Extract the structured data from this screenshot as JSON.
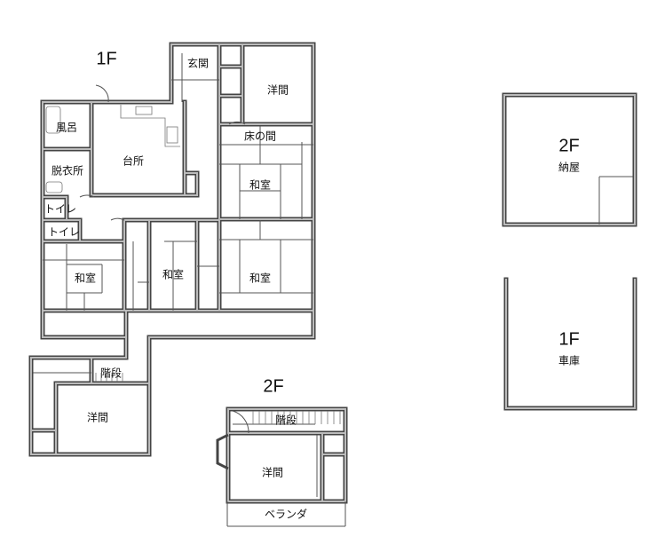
{
  "main_plan": {
    "floor_label_1f": "1F",
    "floor_label_2f": "2F",
    "rooms_1f": {
      "entrance": "玄関",
      "western_room_ne": "洋間",
      "bath": "風呂",
      "kitchen": "台所",
      "tokonoma": "床の間",
      "changing_room": "脱衣所",
      "japanese_room_ne": "和室",
      "toilet_1": "トイレ",
      "toilet_2": "トイレ",
      "japanese_room_w": "和室",
      "japanese_room_c": "和室",
      "japanese_room_e": "和室",
      "stairs": "階段",
      "western_room_sw": "洋間"
    },
    "rooms_2f": {
      "stairs": "階段",
      "western_room": "洋間",
      "veranda": "ベランダ"
    }
  },
  "outbuilding": {
    "upper_floor_label": "2F",
    "upper_room": "納屋",
    "lower_floor_label": "1F",
    "lower_room": "車庫"
  }
}
